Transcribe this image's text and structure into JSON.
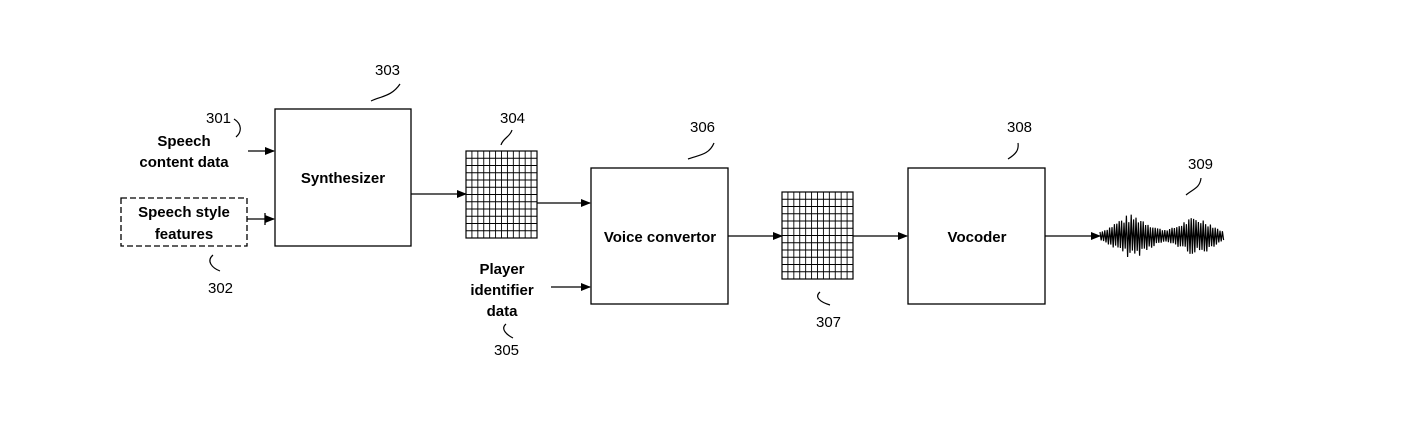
{
  "labels": {
    "speech_content_line1": "Speech",
    "speech_content_line2": "content data",
    "speech_style_line1": "Speech style",
    "speech_style_line2": "features",
    "synthesizer": "Synthesizer",
    "voice_convertor": "Voice convertor",
    "vocoder": "Vocoder",
    "player_id_line1": "Player",
    "player_id_line2": "identifier",
    "player_id_line3": "data"
  },
  "refs": {
    "r301": "301",
    "r302": "302",
    "r303": "303",
    "r304": "304",
    "r305": "305",
    "r306": "306",
    "r307": "307",
    "r308": "308",
    "r309": "309"
  },
  "icons": {
    "spectrogram": "grid-icon",
    "waveform": "waveform-icon"
  }
}
